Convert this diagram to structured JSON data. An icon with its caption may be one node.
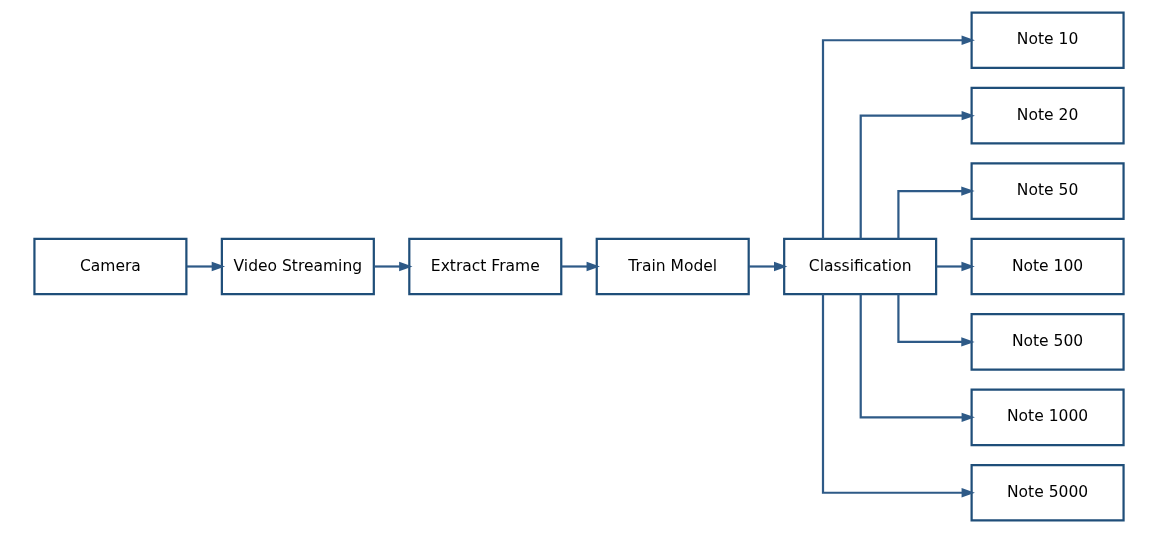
{
  "diagram": {
    "nodes": [
      {
        "text": [
          "Camera"
        ]
      },
      {
        "text": [
          "Video Streaming"
        ]
      },
      {
        "text": [
          "Extract Frame"
        ]
      },
      {
        "text": [
          "Train Model"
        ]
      },
      {
        "text": [
          "Classification"
        ]
      },
      {
        "text": [
          "Note 10"
        ]
      },
      {
        "text": [
          "Note 20"
        ]
      },
      {
        "text": [
          "Note 50"
        ]
      },
      {
        "text": [
          "Note 100"
        ]
      },
      {
        "text": [
          "Note 500"
        ]
      },
      {
        "text": [
          "Note 1000"
        ]
      },
      {
        "text": [
          "Note 5000"
        ]
      }
    ],
    "edges": [
      {
        "from": 0,
        "to": 1,
        "arrow": "to"
      },
      {
        "from": 1,
        "to": 2,
        "arrow": "to"
      },
      {
        "from": 2,
        "to": 3,
        "arrow": "to"
      },
      {
        "from": 3,
        "to": 4,
        "arrow": "to"
      },
      {
        "from": 4,
        "to": 5,
        "arrow": "to"
      },
      {
        "from": 4,
        "to": 6,
        "arrow": "to"
      },
      {
        "from": 4,
        "to": 7,
        "arrow": "to"
      },
      {
        "from": 4,
        "to": 8,
        "arrow": "to"
      },
      {
        "from": 4,
        "to": 9,
        "arrow": "to"
      },
      {
        "from": 4,
        "to": 10,
        "arrow": "to"
      },
      {
        "from": 4,
        "to": 11,
        "arrow": "to"
      }
    ]
  }
}
